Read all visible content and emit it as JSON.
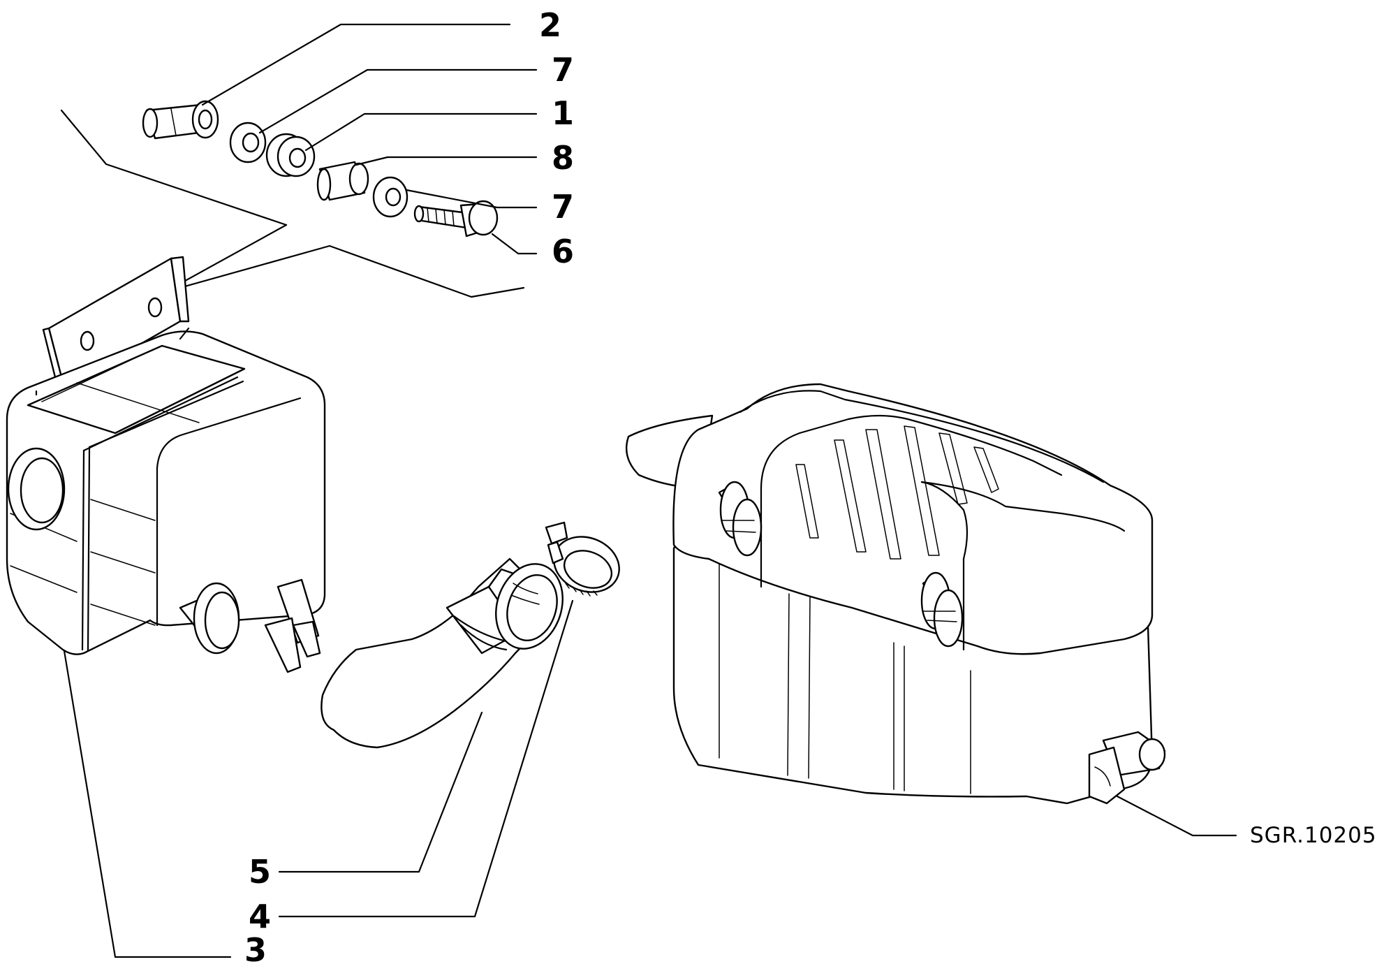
{
  "callouts": [
    {
      "id": "c2a",
      "label": "2"
    },
    {
      "id": "c7a",
      "label": "7"
    },
    {
      "id": "c1",
      "label": "1"
    },
    {
      "id": "c8",
      "label": "8"
    },
    {
      "id": "c7b",
      "label": "7"
    },
    {
      "id": "c6",
      "label": "6"
    },
    {
      "id": "c5",
      "label": "5"
    },
    {
      "id": "c4",
      "label": "4"
    },
    {
      "id": "c3",
      "label": "3"
    }
  ],
  "reference_code": "SGR.10205"
}
